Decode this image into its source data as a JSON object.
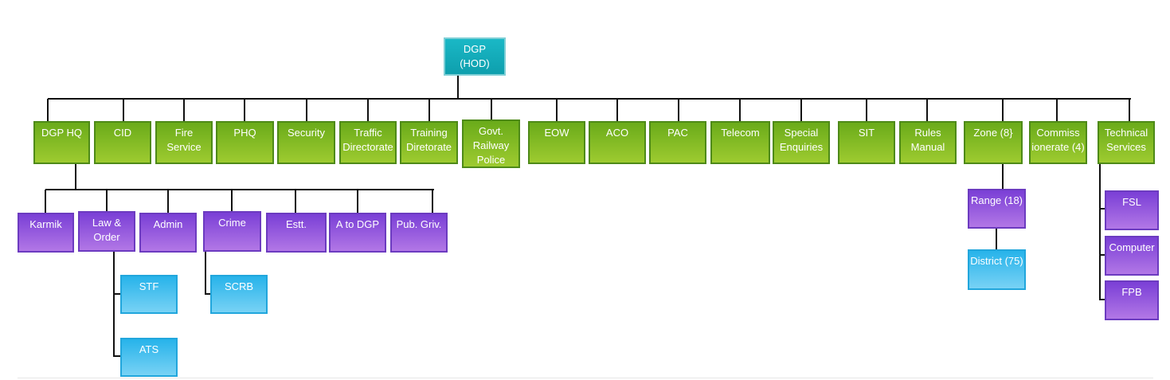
{
  "root": {
    "label": [
      "DGP",
      "(HOD)"
    ]
  },
  "level1": [
    {
      "label": [
        "DGP HQ"
      ]
    },
    {
      "label": [
        "CID"
      ]
    },
    {
      "label": [
        "Fire",
        "Service"
      ]
    },
    {
      "label": [
        "PHQ"
      ]
    },
    {
      "label": [
        "Security"
      ]
    },
    {
      "label": [
        "Traffic",
        "Directorate"
      ]
    },
    {
      "label": [
        "Training",
        "Diretorate"
      ]
    },
    {
      "label": [
        "Govt.",
        "Railway",
        "Police"
      ]
    },
    {
      "label": [
        "EOW"
      ]
    },
    {
      "label": [
        "ACO"
      ]
    },
    {
      "label": [
        "PAC"
      ]
    },
    {
      "label": [
        "Telecom"
      ]
    },
    {
      "label": [
        "Special",
        "Enquiries"
      ]
    },
    {
      "label": [
        "SIT"
      ]
    },
    {
      "label": [
        "Rules",
        "Manual"
      ]
    },
    {
      "label": [
        "Zone (8}"
      ]
    },
    {
      "label": [
        "Commiss",
        "ionerate (4)"
      ]
    },
    {
      "label": [
        "Technical",
        "Services"
      ]
    }
  ],
  "dgp_hq_children": [
    {
      "label": [
        "Karmik"
      ]
    },
    {
      "label": [
        "Law &",
        "Order"
      ]
    },
    {
      "label": [
        "Admin"
      ]
    },
    {
      "label": [
        "Crime"
      ]
    },
    {
      "label": [
        "Estt."
      ]
    },
    {
      "label": [
        "A to DGP"
      ]
    },
    {
      "label": [
        "Pub. Griv."
      ]
    }
  ],
  "law_order_children": [
    {
      "label": [
        "STF"
      ]
    },
    {
      "label": [
        "ATS"
      ]
    }
  ],
  "crime_children": [
    {
      "label": [
        "SCRB"
      ]
    }
  ],
  "zone_children": [
    {
      "label": [
        "Range (18)"
      ]
    }
  ],
  "range_children": [
    {
      "label": [
        "District (75)"
      ]
    }
  ],
  "technical_children": [
    {
      "label": [
        "FSL"
      ]
    },
    {
      "label": [
        "Computer"
      ]
    },
    {
      "label": [
        "FPB"
      ]
    }
  ],
  "colors": {
    "root": "#14aab8",
    "level1": "#84bb25",
    "level2": "#9457dd",
    "level3": "#4cc2f0",
    "connector": "#111111"
  }
}
